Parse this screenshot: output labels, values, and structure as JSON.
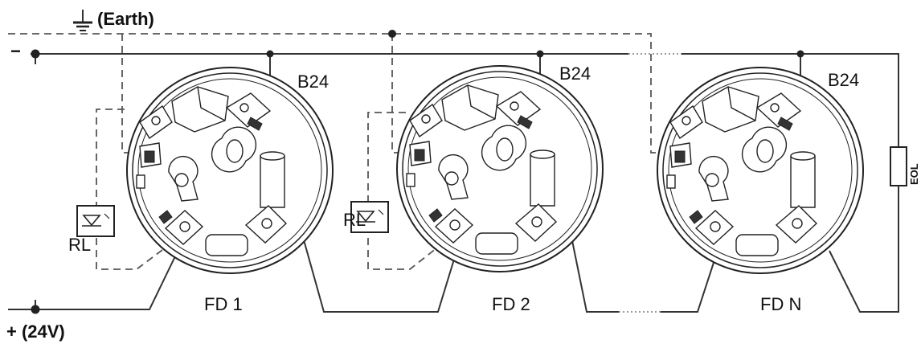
{
  "diagram": {
    "earth_label": "(Earth)",
    "negative_label": "−",
    "positive_label": "+ (24V)",
    "detectors": [
      {
        "label": "FD 1",
        "base_label": "B24",
        "relay_label": "RL"
      },
      {
        "label": "FD 2",
        "base_label": "B24",
        "relay_label": "RL"
      },
      {
        "label": "FD N",
        "base_label": "B24"
      }
    ],
    "end_of_line_label": "EOL"
  }
}
